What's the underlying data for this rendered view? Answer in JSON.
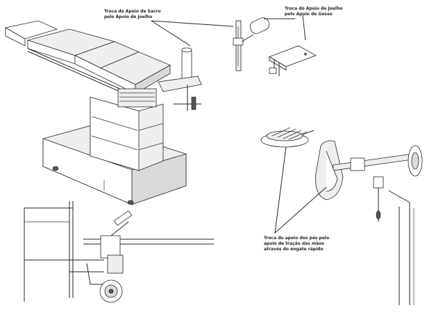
{
  "labels": {
    "sacrum_swap": [
      "Troca do Apoio de Sacro",
      "pelo Apoio de Joelho"
    ],
    "knee_swap": [
      "Troca do Apoio de Joelho",
      "pelo Apoio de Gesso"
    ],
    "foot_swap": [
      "Troca do apoio dos pés pelo",
      "apoio de tração das mãos",
      "através do engate rápido"
    ]
  }
}
